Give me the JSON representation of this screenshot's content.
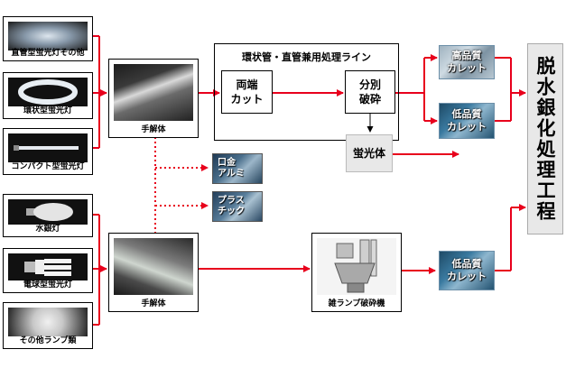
{
  "lamps": [
    {
      "label": "直管型蛍光灯その他",
      "icon": "straight-tube-lamp-icon"
    },
    {
      "label": "環状型蛍光灯",
      "icon": "circular-lamp-icon"
    },
    {
      "label": "コンパクト型蛍光灯",
      "icon": "compact-lamp-icon"
    },
    {
      "label": "水銀灯",
      "icon": "mercury-lamp-icon"
    },
    {
      "label": "電球型蛍光灯",
      "icon": "bulb-lamp-icon"
    },
    {
      "label": "その他ランプ類",
      "icon": "reflector-lamp-icon"
    }
  ],
  "hand_dismantle_top": {
    "label": "手解体"
  },
  "hand_dismantle_bottom": {
    "label": "手解体"
  },
  "line": {
    "title": "環状管・直管兼用処理ライン",
    "cut": {
      "line1": "両端",
      "line2": "カット"
    },
    "crush": {
      "line1": "分別",
      "line2": "破砕"
    }
  },
  "phosphor": {
    "label": "蛍光体"
  },
  "materials": [
    {
      "line1": "口金",
      "line2": "アルミ"
    },
    {
      "line1": "プラス",
      "line2": "チック"
    }
  ],
  "crusher": {
    "label": "雑ランプ破砕機"
  },
  "cullet_high": {
    "line1": "高品質",
    "line2": "カレット"
  },
  "cullet_low_top": {
    "line1": "低品質",
    "line2": "カレット"
  },
  "cullet_low_bottom": {
    "line1": "低品質",
    "line2": "カレット"
  },
  "mercury_removal": {
    "label": "脱水銀化処理工程"
  },
  "colors": {
    "arrow": "#e8001c",
    "box_gray": "#e8e8e8"
  }
}
